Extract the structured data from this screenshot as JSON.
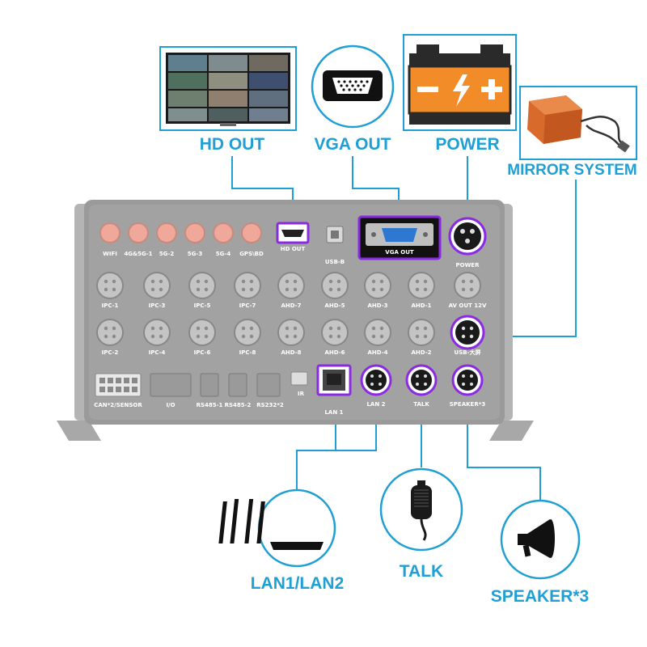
{
  "callouts": {
    "hd_out": "HD OUT",
    "vga_out": "VGA OUT",
    "power": "POWER",
    "mirror_system": "MIRROR SYSTEM",
    "lan": "LAN1/LAN2",
    "talk": "TALK",
    "speaker": "SPEAKER*3"
  },
  "device": {
    "top_row": [
      "WIFI",
      "4G&5G-1",
      "5G-2",
      "5G-3",
      "5G-4",
      "GPS\\BD"
    ],
    "hd_out": "HD OUT",
    "usb_b": "USB-B",
    "vga_out": "VGA OUT",
    "power": "POWER",
    "row2": [
      "IPC-1",
      "IPC-3",
      "IPC-5",
      "IPC-7",
      "AHD-7",
      "AHD-5",
      "AHD-3",
      "AHD-1",
      "AV OUT 12V"
    ],
    "row3": [
      "IPC-2",
      "IPC-4",
      "IPC-6",
      "IPC-8",
      "AHD-8",
      "AHD-6",
      "AHD-4",
      "AHD-2",
      "USB-大屏"
    ],
    "bottom": {
      "can": "CAN*2/SENSOR",
      "io": "I/O",
      "rs485_1": "RS485-1",
      "rs485_2": "RS485-2",
      "rs232": "RS232*2",
      "ir": "IR",
      "lan1": "LAN 1",
      "lan2": "LAN 2",
      "talk": "TALK",
      "speaker": "SPEAKER*3"
    }
  },
  "colors": {
    "accent": "#1f9fd4",
    "highlight": "#8a2be2",
    "device_body": "#9a9a9a",
    "battery": "#f28c28"
  }
}
